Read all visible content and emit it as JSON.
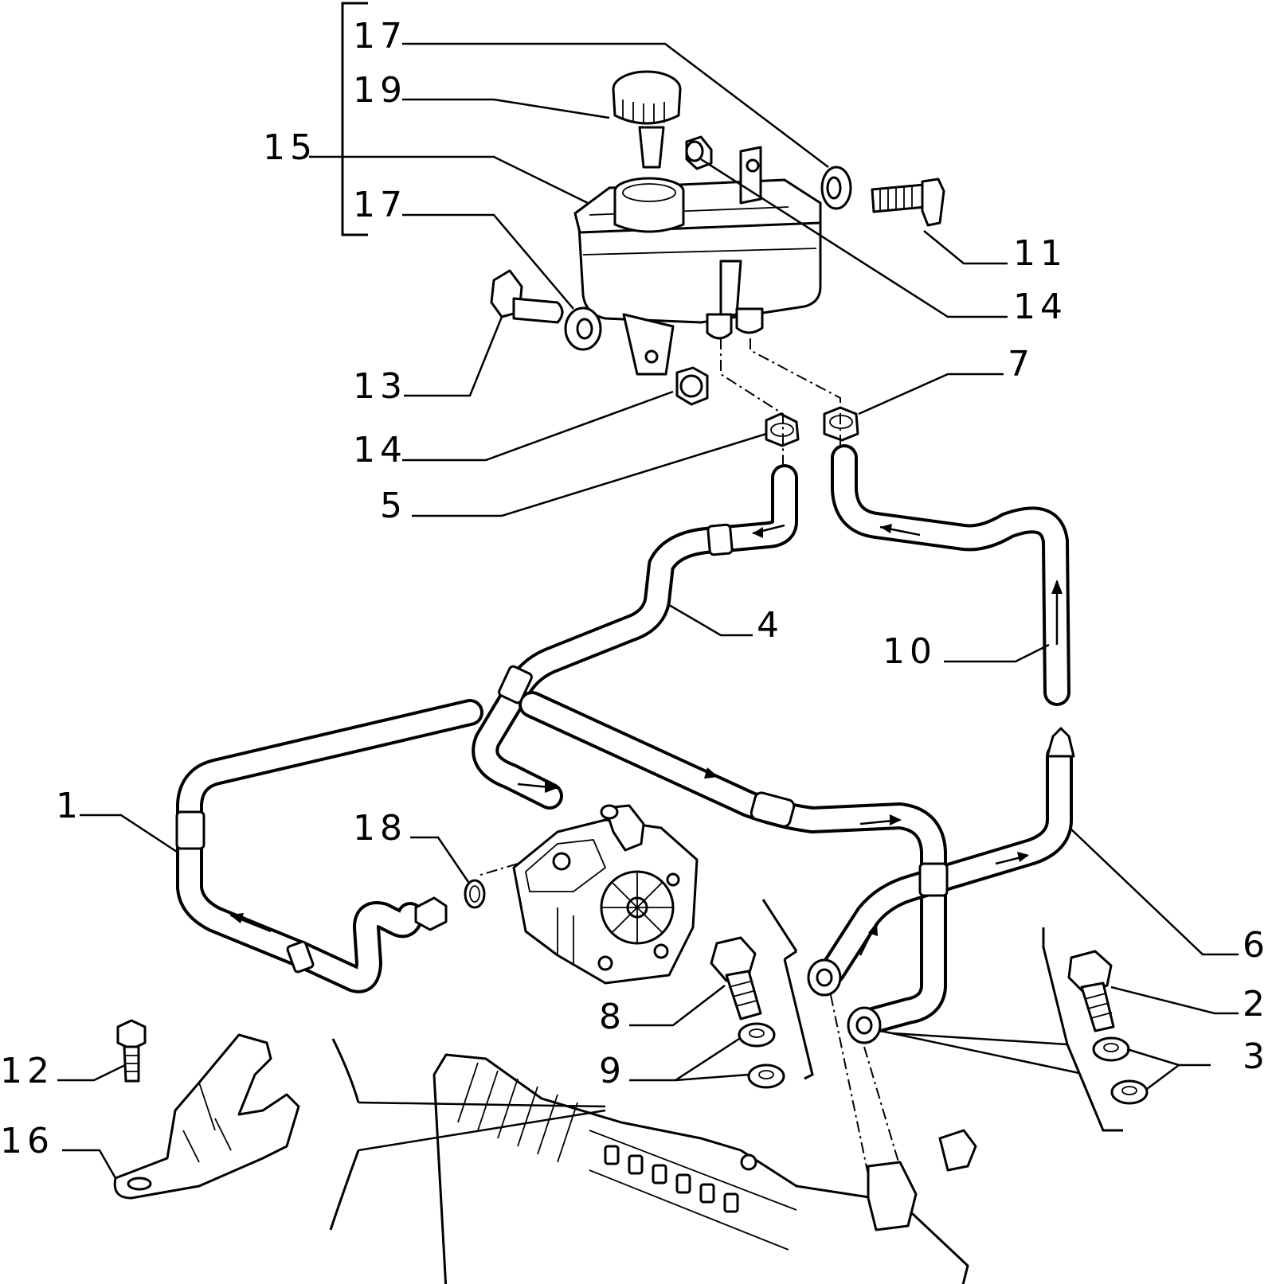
{
  "diagram": {
    "callouts": [
      {
        "id": "c17a",
        "text": "17"
      },
      {
        "id": "c19",
        "text": "19"
      },
      {
        "id": "c15",
        "text": "15"
      },
      {
        "id": "c17b",
        "text": "17"
      },
      {
        "id": "c11",
        "text": "11"
      },
      {
        "id": "c14a",
        "text": "14"
      },
      {
        "id": "c7",
        "text": "7"
      },
      {
        "id": "c13",
        "text": "13"
      },
      {
        "id": "c14b",
        "text": "14"
      },
      {
        "id": "c5",
        "text": "5"
      },
      {
        "id": "c4",
        "text": "4"
      },
      {
        "id": "c10",
        "text": "10"
      },
      {
        "id": "c1",
        "text": "1"
      },
      {
        "id": "c18",
        "text": "18"
      },
      {
        "id": "c6",
        "text": "6"
      },
      {
        "id": "c8",
        "text": "8"
      },
      {
        "id": "c2",
        "text": "2"
      },
      {
        "id": "c9",
        "text": "9"
      },
      {
        "id": "c3",
        "text": "3"
      },
      {
        "id": "c12",
        "text": "12"
      },
      {
        "id": "c16",
        "text": "16"
      }
    ]
  }
}
